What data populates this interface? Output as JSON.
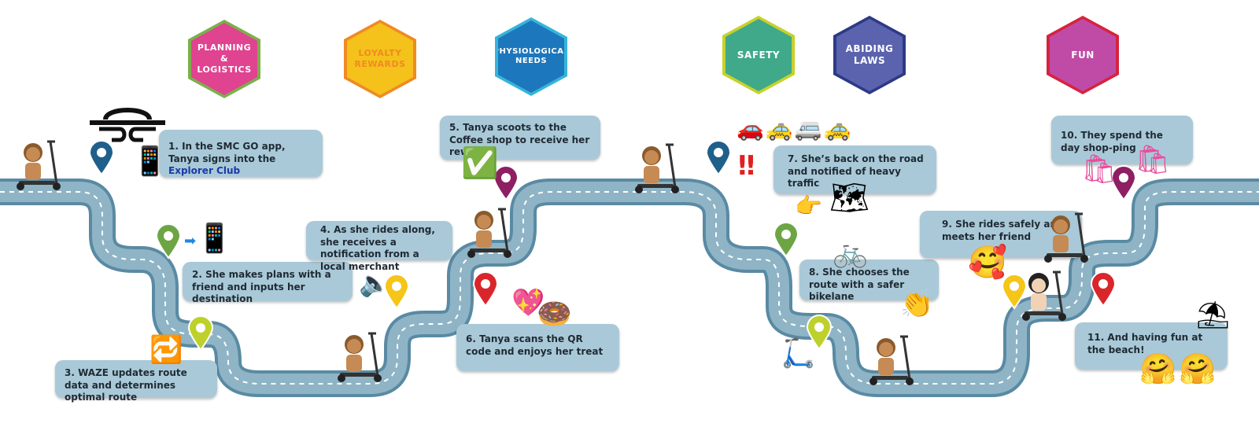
{
  "categories": [
    {
      "label": "PLANNING\n&\nLOGISTICS",
      "color": "#e0438f",
      "border": "#7bb04a",
      "text": "#ffffff"
    },
    {
      "label": "LOYALTY\nREWARDS",
      "color": "#f4c21a",
      "border": "#f08a24",
      "text": "#f08a24"
    },
    {
      "label": "PHYSIOLOGICAL\nNEEDS",
      "color": "#1d77bd",
      "border": "#35b5d9",
      "text": "#ffffff"
    },
    {
      "label": "SAFETY",
      "color": "#3fa98a",
      "border": "#c7d12a",
      "text": "#ffffff"
    },
    {
      "label": "ABIDING\nLAWS",
      "color": "#5b63ae",
      "border": "#2c3a86",
      "text": "#ffffff"
    },
    {
      "label": "FUN",
      "color": "#c04ba6",
      "border": "#d6233f",
      "text": "#ffffff"
    }
  ],
  "steps": [
    {
      "pre": "1. In the SMC GO app, Tanya signs into the ",
      "link": "Explorer Club"
    },
    {
      "text": "2. She makes plans with a friend and inputs her destination"
    },
    {
      "text": "3. WAZE updates route data and determines optimal route"
    },
    {
      "text": "4. As she rides along, she receives a notification from a local merchant"
    },
    {
      "text": "5. Tanya scoots to the Coffee shop to receive her reward"
    },
    {
      "text": "6. Tanya scans the QR code and enjoys her treat"
    },
    {
      "text": "7. She’s back on the road and notified of heavy traffic"
    },
    {
      "text": "8. She chooses the route with a safer bikelane"
    },
    {
      "text": "9. She rides safely and meets her friend"
    },
    {
      "text": "10. They spend the day shop-ping"
    },
    {
      "text": "11. And having fun at the beach!"
    }
  ],
  "icons": {
    "phone": "📱",
    "arrow": "➡",
    "repeat": "🔁",
    "speaker": "🔈",
    "check": "✅",
    "heart": "💖",
    "donut": "🍩",
    "cars": "🚗🚕🚐🚕",
    "alert": "‼",
    "point": "👉",
    "map": "🗺",
    "bicycle": "🚲",
    "clap": "👏",
    "smile_hearts": "🥰",
    "bags": "🛍",
    "umbrella": "⛱",
    "hug": "🤗",
    "kickscooter": "🛴"
  },
  "colors": {
    "road": "#8fb4c6",
    "road_edge": "#ffffff",
    "card": "#a9c9d8",
    "link": "#1a3aa8"
  }
}
